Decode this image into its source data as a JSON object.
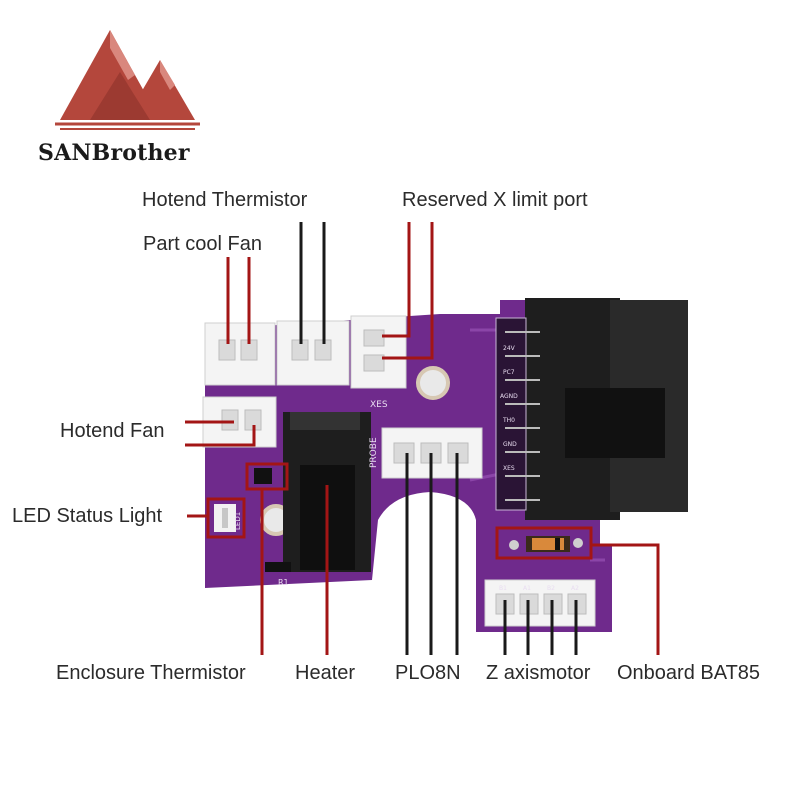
{
  "brand": {
    "name": "SANBrother"
  },
  "labels": {
    "hotend_thermistor": "Hotend Thermistor",
    "reserved_x_limit": "Reserved X limit port",
    "part_cool_fan": "Part cool Fan",
    "hotend_fan": "Hotend Fan",
    "led_status_light": "LED Status Light",
    "enclosure_thermistor": "Enclosure Thermistor",
    "heater": "Heater",
    "probe": "PLO8N",
    "z_axis_motor": "Z axismotor",
    "onboard_bat85": "Onboard BAT85"
  },
  "board_silkscreen": {
    "xes": "XES",
    "probe": "PROBE",
    "r1": "R1",
    "pins": [
      "24V",
      "PC7",
      "AGND",
      "TH0",
      "GND",
      "XES"
    ],
    "z_pins": [
      "B1",
      "A1",
      "B2",
      "A2"
    ],
    "led": "LED1"
  },
  "colors": {
    "board": "#6f2a8c",
    "callout_red": "#a31515",
    "callout_black": "#1a1a1a",
    "logo": "#b4473c"
  }
}
